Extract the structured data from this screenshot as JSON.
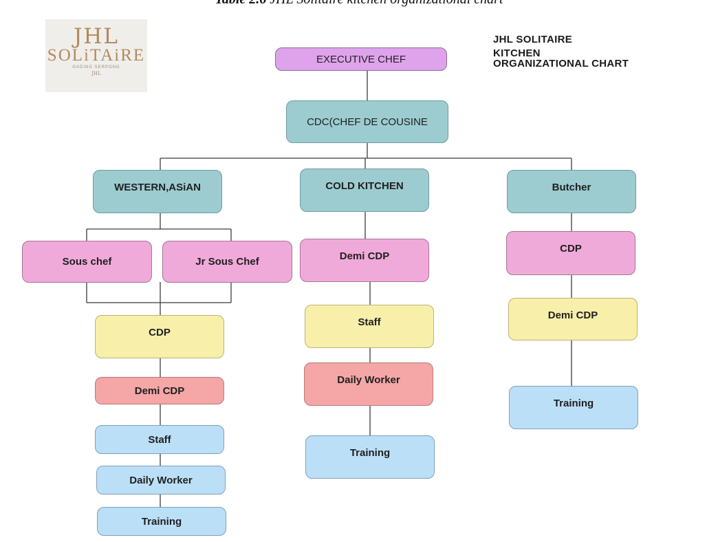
{
  "caption": {
    "prefix": "Table 2.6",
    "text": "JHL Solitaire kitchen organizational chart"
  },
  "logo": {
    "mark": "JHL",
    "name": "SOLiTAiRE",
    "sub": "GADING SERPONG",
    "small": "JHL"
  },
  "title": {
    "line1": "JHL SOLITAIRE",
    "line2": "KITCHEN",
    "line3": "ORGANIZATIONAL CHART"
  },
  "nodes": {
    "exec": "EXECUTIVE CHEF",
    "cdc": "CDC(CHEF DE COUSINE",
    "western": "WESTERN,ASiAN",
    "cold": "COLD KITCHEN",
    "butcher": "Butcher",
    "sous": "Sous chef",
    "jrsous": "Jr Sous Chef",
    "w_cdp": "CDP",
    "w_demi": "Demi CDP",
    "w_staff": "Staff",
    "w_daily": "Daily Worker",
    "w_training": "Training",
    "c_demi": "Demi CDP",
    "c_staff": "Staff",
    "c_daily": "Daily Worker",
    "c_training": "Training",
    "b_cdp": "CDP",
    "b_demi": "Demi CDP",
    "b_training": "Training"
  },
  "colors": {
    "purple": "#dfa3ec",
    "teal": "#9cccd0",
    "pink": "#f0aad9",
    "yellow": "#f7efaa",
    "red": "#f5a6a6",
    "blue": "#bcdff8"
  }
}
